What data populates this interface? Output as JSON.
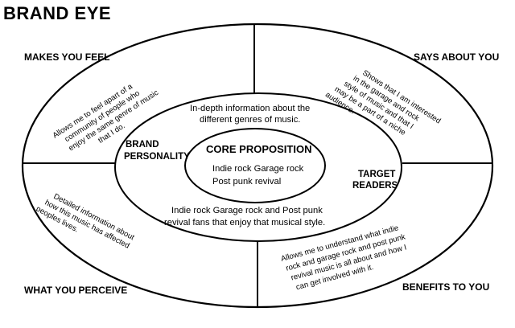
{
  "title": "BRAND EYE",
  "quadrants": {
    "makes_you_feel": {
      "heading": "MAKES YOU FEEL",
      "text": [
        "Allows me to feel apart of a",
        "community of people who",
        "enjoy the same genre of music",
        "that I do."
      ]
    },
    "says_about_you": {
      "heading": "SAYS ABOUT YOU",
      "text": [
        "Shows that I am interested",
        "in the garage and rock",
        "style of music and that I",
        "may be a part of a niche",
        "audience."
      ]
    },
    "what_you_perceive": {
      "heading": "WHAT YOU PERCEIVE",
      "text": [
        "Detailed information about",
        "how this music has affected",
        "peoples lives."
      ]
    },
    "benefits_to_you": {
      "heading": "BENEFITS TO YOU",
      "text": [
        "Allows me to understand what indie",
        "rock and garage rock and post punk",
        "revival music is all about and how I",
        "can get involved with it."
      ]
    }
  },
  "middle_ring": {
    "top_text": [
      "In-depth information about the",
      "different genres of music."
    ],
    "bottom_text": [
      "Indie rock Garage rock and Post punk",
      "revival fans that enjoy that musical style."
    ],
    "brand_personality": [
      "BRAND",
      "PERSONALITY"
    ],
    "target_readers": [
      "TARGET",
      "READERS"
    ]
  },
  "core": {
    "heading": "CORE PROPOSITION",
    "text": [
      "Indie rock Garage rock",
      "Post punk revival"
    ]
  }
}
